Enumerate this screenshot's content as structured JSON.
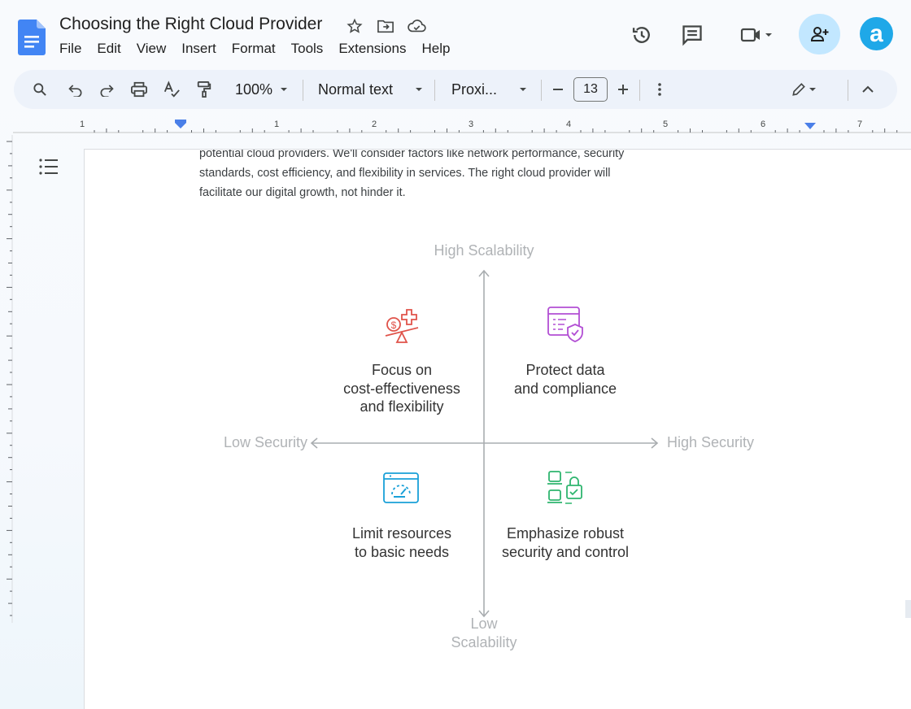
{
  "doc": {
    "title": "Choosing the Right Cloud Provider"
  },
  "menu": [
    "File",
    "Edit",
    "View",
    "Insert",
    "Format",
    "Tools",
    "Extensions",
    "Help"
  ],
  "toolbar": {
    "zoom": "100%",
    "style": "Normal text",
    "font": "Proxi...",
    "font_size": "13"
  },
  "account": {
    "initial": "a",
    "color": "#1fa8e8"
  },
  "ruler": {
    "numbers": [
      "1",
      "1",
      "2",
      "3",
      "4",
      "5",
      "6",
      "7"
    ]
  },
  "body_text": [
    "potential cloud providers. We'll consider factors like network performance, security",
    "standards, cost efficiency, and flexibility in services. The right cloud provider will",
    "facilitate our digital growth, not hinder it."
  ],
  "matrix": {
    "top_label": "High Scalability",
    "bottom_label_1": "Low",
    "bottom_label_2": "Scalability",
    "left_label": "Low Security",
    "right_label": "High Security",
    "quadrants": {
      "top_left": {
        "lines": [
          "Focus on",
          "cost-effectiveness",
          "and flexibility"
        ],
        "icon": "cost-scale-icon",
        "color": "#e0534a"
      },
      "top_right": {
        "lines": [
          "Protect data",
          "and compliance"
        ],
        "icon": "secure-document-icon",
        "color": "#b24fd4"
      },
      "bottom_left": {
        "lines": [
          "Limit resources",
          "to basic needs"
        ],
        "icon": "resource-gauge-icon",
        "color": "#1aa0d8"
      },
      "bottom_right": {
        "lines": [
          "Emphasize robust",
          "security and control"
        ],
        "icon": "locked-devices-icon",
        "color": "#2fb56f"
      }
    }
  }
}
